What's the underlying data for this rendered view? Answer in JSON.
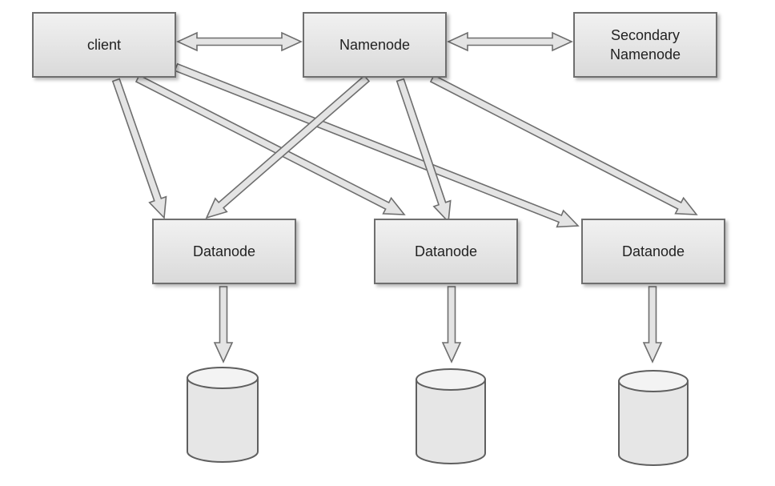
{
  "diagram": {
    "nodes": {
      "client": "client",
      "namenode": "Namenode",
      "secondary": "Secondary\nNamenode",
      "datanode1": "Datanode",
      "datanode2": "Datanode",
      "datanode3": "Datanode"
    }
  }
}
